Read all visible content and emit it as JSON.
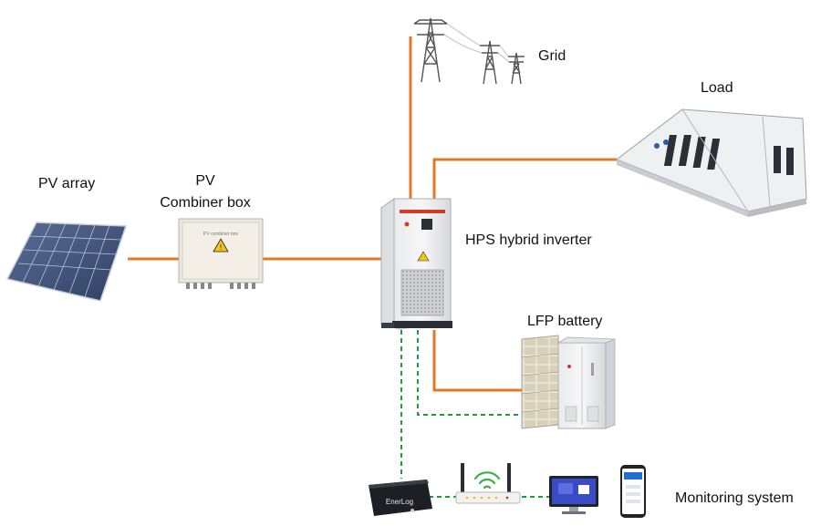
{
  "labels": {
    "grid": "Grid",
    "load": "Load",
    "pv_array": "PV array",
    "combiner_line1": "PV",
    "combiner_line2": "Combiner box",
    "inverter": "HPS hybrid inverter",
    "battery": "LFP battery",
    "monitoring": "Monitoring system"
  },
  "device_text": {
    "enerlog": "EnerLog",
    "combiner_plate": "PV combiner box"
  },
  "colors": {
    "power_line": "#E07A26",
    "comm_line": "#1E9E3A",
    "background": "#FFFFFF"
  },
  "icons": {
    "grid": "transmission-tower-icon",
    "load": "building-floorplan-icon",
    "pv_array": "solar-panel-icon",
    "combiner": "combiner-box-icon",
    "inverter": "inverter-cabinet-icon",
    "battery": "battery-rack-icon",
    "logger": "data-logger-icon",
    "router": "wifi-router-icon",
    "monitor": "desktop-monitor-icon",
    "phone": "smartphone-icon"
  }
}
